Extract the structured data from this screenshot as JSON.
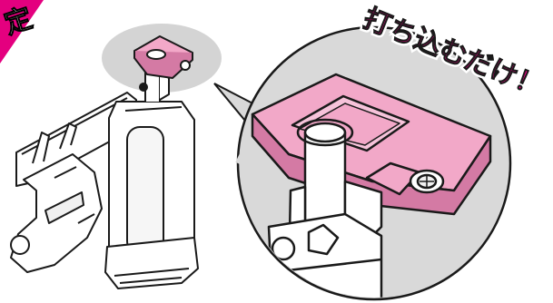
{
  "banner": {
    "corner_text": "定",
    "headline": "打ち込むだけ！",
    "headline_chars": [
      "打",
      "ち",
      "込",
      "む",
      "だ",
      "け",
      "！"
    ]
  },
  "colors": {
    "accent_magenta": "#e4007f",
    "part_pink": "#f2a8c8",
    "part_pink_shade": "#d47aa4",
    "zoom_bg": "#d9d9d9",
    "highlight_bg": "#d4d4d4",
    "line": "#1a1a1a"
  },
  "icons": {
    "tool": "staple-gun-illustration",
    "detail": "bracket-closeup-illustration"
  }
}
